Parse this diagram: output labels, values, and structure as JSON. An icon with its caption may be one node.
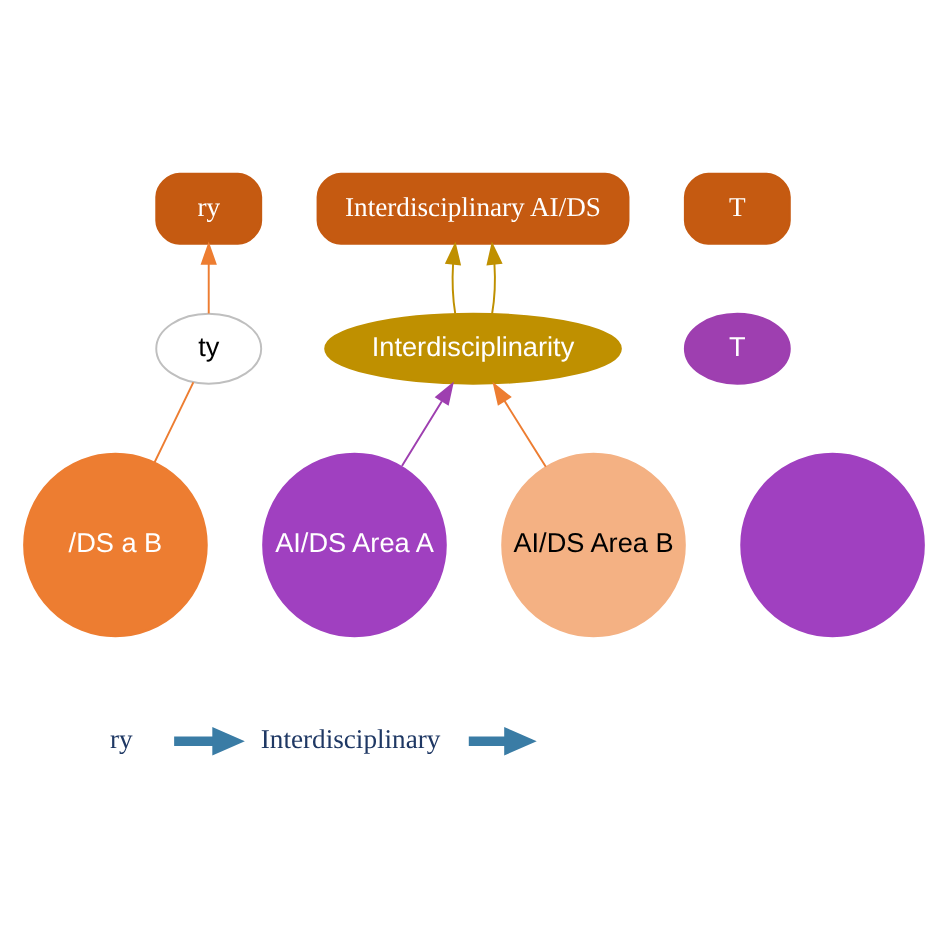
{
  "diagram": {
    "nodes": [
      {
        "text": [
          "ry"
        ]
      },
      {
        "text": [
          "ty"
        ]
      },
      {
        "text": [
          "/DS a B"
        ]
      },
      {
        "text": [
          "Interdisciplinary AI/DS"
        ]
      },
      {
        "text": [
          "Interdisciplinarity"
        ]
      },
      {
        "text": [
          "AI/DS Area A"
        ]
      },
      {
        "text": [
          "AI/DS Area B"
        ]
      },
      {
        "text": [
          "T"
        ]
      },
      {
        "text": [
          "T"
        ]
      },
      {
        "text": [],
        "shape": "circle"
      },
      {
        "text": [
          "ry"
        ]
      },
      {
        "text": [
          "Interdisciplinary"
        ]
      }
    ],
    "edges": [
      {
        "from": 1,
        "to": 0,
        "arrow": "to",
        "color": "#ed7d31"
      },
      {
        "from": 2,
        "to": 1,
        "arrow": "none",
        "color": "#ed7d31"
      },
      {
        "from": 4,
        "to": 3,
        "arrow": "to",
        "color": "#bf9000"
      },
      {
        "from": 4,
        "to": 3,
        "arrow": "to",
        "color": "#bf9000"
      },
      {
        "from": 5,
        "to": 4,
        "arrow": "to",
        "color": "#9e3fb0"
      },
      {
        "from": 6,
        "to": 4,
        "arrow": "to",
        "color": "#ed7d31"
      },
      {
        "from": 10,
        "to": 11,
        "arrow": "to",
        "style": "thick",
        "color": "#3a7ca5"
      },
      {
        "from": 11,
        "to": null,
        "arrow": "to",
        "style": "thick",
        "color": "#3a7ca5"
      }
    ]
  }
}
